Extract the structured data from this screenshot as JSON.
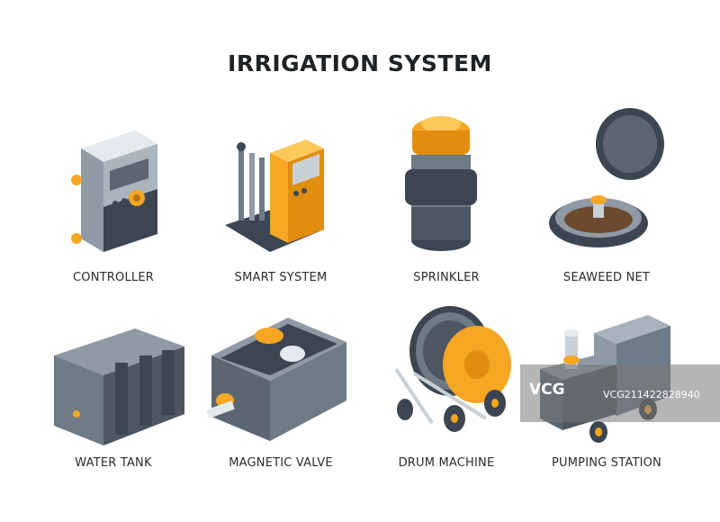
{
  "title": "IRRIGATION SYSTEM",
  "items": [
    {
      "label": "CONTROLLER"
    },
    {
      "label": "SMART SYSTEM"
    },
    {
      "label": "SPRINKLER"
    },
    {
      "label": "SEAWEED NET"
    },
    {
      "label": "WATER TANK"
    },
    {
      "label": "MAGNETIC VALVE"
    },
    {
      "label": "DRUM MACHINE"
    },
    {
      "label": "PUMPING STATION"
    }
  ],
  "watermark": {
    "logo": "VCG",
    "id": "VCG211422828940"
  },
  "colors": {
    "accent": "#f5a623",
    "dark": "#3d4650",
    "mid": "#6e7a86",
    "light": "#c9d0d6"
  }
}
